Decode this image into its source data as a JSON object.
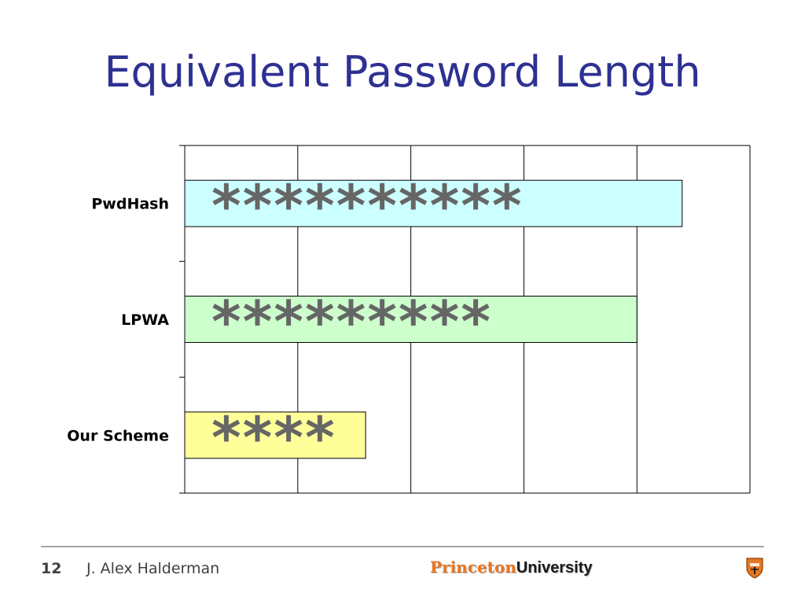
{
  "slide": {
    "title": "Equivalent Password Length",
    "page_number": "12",
    "author": "J. Alex Halderman",
    "logo": {
      "part1": "Princeton",
      "part2": "University"
    }
  },
  "chart_data": {
    "type": "bar",
    "orientation": "horizontal",
    "categories": [
      "PwdHash",
      "LPWA",
      "Our Scheme"
    ],
    "values": [
      11,
      10,
      4
    ],
    "bar_labels": [
      "**********",
      "*********",
      "****"
    ],
    "bar_colors": [
      "#ccffff",
      "#ccffcc",
      "#ffff99"
    ],
    "xlim": [
      0,
      12.5
    ],
    "x_major_step": 2.5,
    "grid": true,
    "legend": "none"
  },
  "colors": {
    "title": "#2e3192",
    "stars": "#666666",
    "footer_rule": "#a6a6a6",
    "logo_orange": "#e87722"
  },
  "icons": {
    "shield": "princeton-shield-icon"
  }
}
